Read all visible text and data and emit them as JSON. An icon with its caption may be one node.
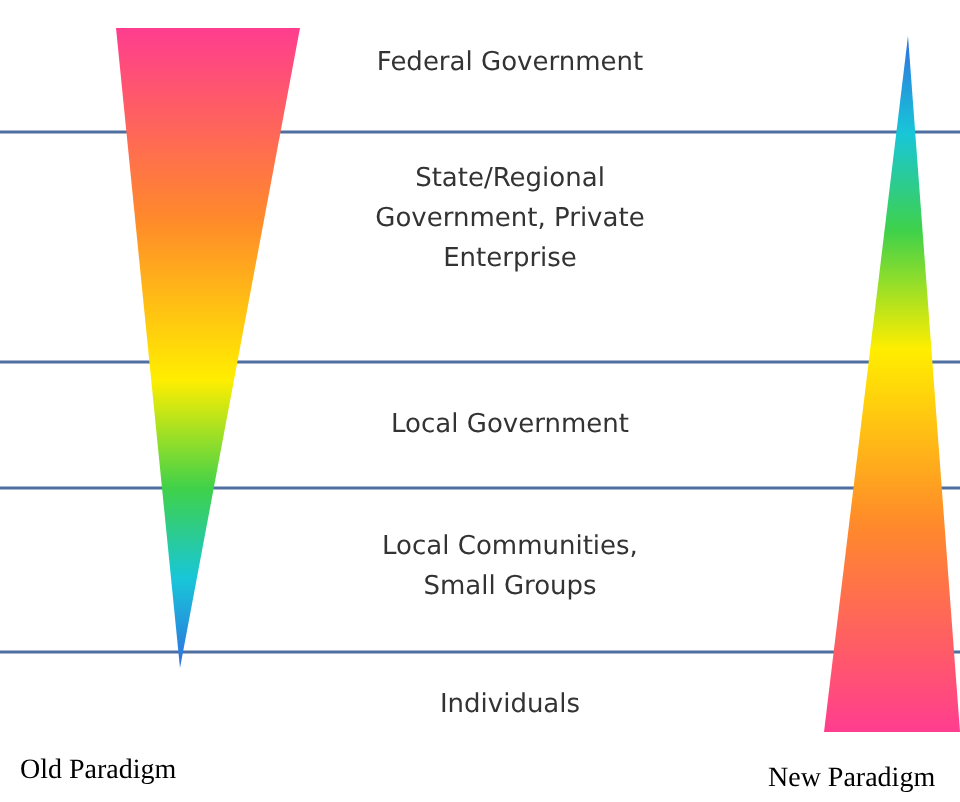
{
  "diagram": {
    "nodes": [
      {
        "text": [],
        "shape": "triangle"
      },
      {
        "text": [],
        "shape": "triangle"
      }
    ],
    "edges": [],
    "labels": [
      "Federal Government",
      "State/Regional Government, Private Enterprise",
      "Local Government",
      "Local Communities, Small Groups",
      "Individuals",
      "Old Paradigm",
      "New Paradigm"
    ]
  }
}
